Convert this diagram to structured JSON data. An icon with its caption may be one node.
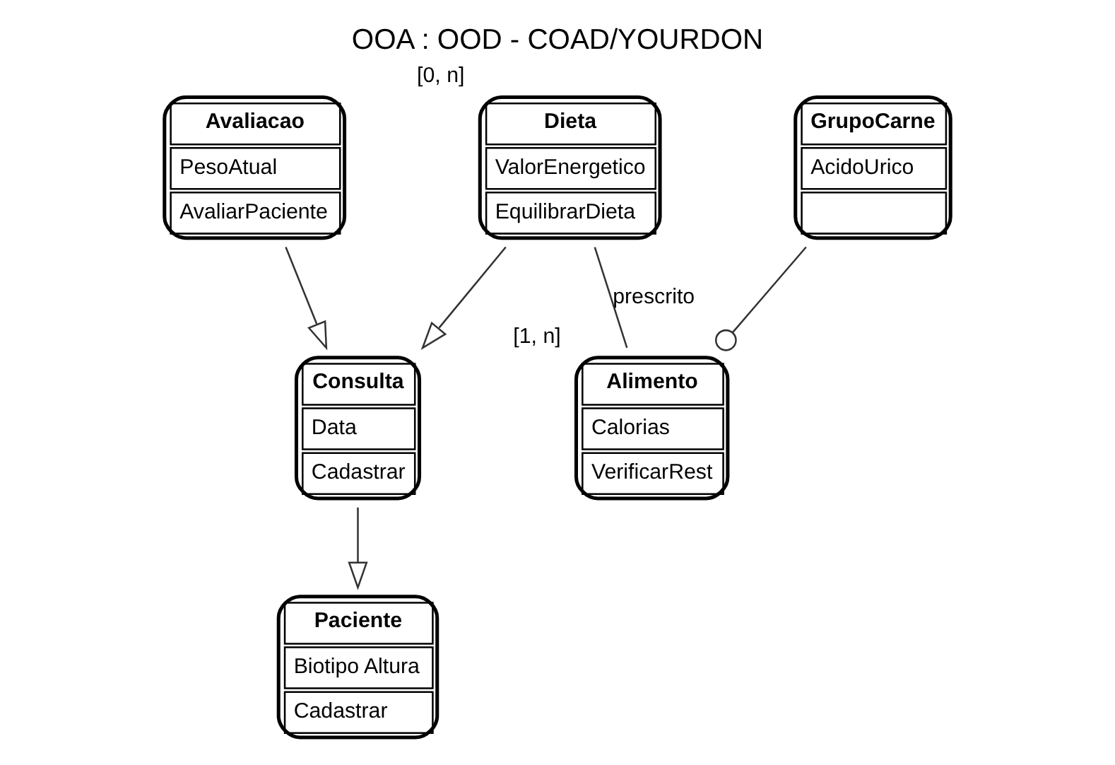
{
  "diagram": {
    "title": "OOA : OOD - COAD/YOURDON",
    "nodes": [
      {
        "text": [
          "Paciente",
          "Biotipo Altura",
          "Cadastrar"
        ]
      },
      {
        "text": [
          "Alimento",
          "Calorias",
          "VerificarRest"
        ],
        "beside": [
          "[1, n]"
        ]
      },
      {
        "text": [
          "Consulta",
          "Data",
          "Cadastrar"
        ]
      },
      {
        "text": [
          "GrupoCarne",
          "AcidoUrico"
        ]
      },
      {
        "text": [
          "Avaliacao",
          "PesoAtual",
          "AvaliarPaciente"
        ]
      },
      {
        "text": [
          "Dieta",
          "ValorEnergetico",
          "EquilibrarDieta"
        ],
        "beside": [
          "[0, n]"
        ]
      }
    ],
    "edges": [
      {
        "from": 2,
        "to": 0,
        "arrow": "to"
      },
      {
        "from": 4,
        "to": 2,
        "arrow": "to"
      },
      {
        "from": 5,
        "to": 2,
        "arrow": "to"
      },
      {
        "from": 3,
        "to": 1,
        "arrow": "other"
      },
      {
        "from": 5,
        "to": 1,
        "arrow": "none",
        "label": "prescrito"
      }
    ]
  }
}
